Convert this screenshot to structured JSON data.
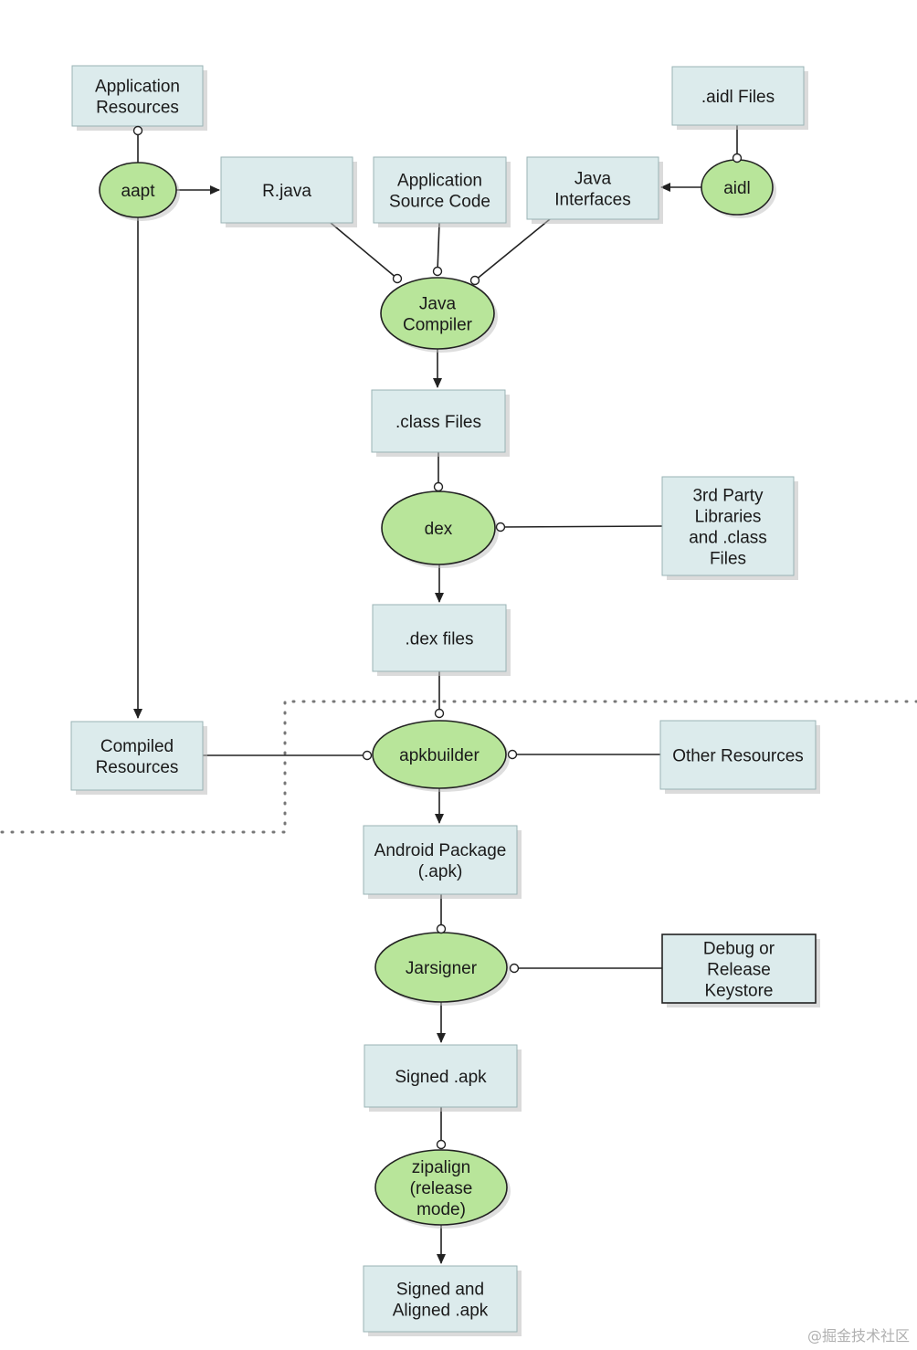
{
  "colors": {
    "box_fill": "#dcebec",
    "box_stroke": "#9ab3b5",
    "ellipse_fill": "#b8e59a",
    "ellipse_stroke": "#222222",
    "line": "#222222",
    "shadow": "#bdbdbd"
  },
  "boxes": {
    "app_resources": [
      "Application",
      "Resources"
    ],
    "aidl_files": [
      ".aidl Files"
    ],
    "rjava": [
      "R.java"
    ],
    "app_source": [
      "Application",
      "Source Code"
    ],
    "java_interfaces": [
      "Java",
      "Interfaces"
    ],
    "class_files": [
      ".class Files"
    ],
    "third_party": [
      "3rd Party",
      "Libraries",
      "and .class",
      "Files"
    ],
    "dex_files": [
      ".dex files"
    ],
    "compiled_resources": [
      "Compiled",
      "Resources"
    ],
    "other_resources": [
      "Other Resources"
    ],
    "android_package": [
      "Android Package",
      "(.apk)"
    ],
    "keystore": [
      "Debug or",
      "Release",
      "Keystore"
    ],
    "signed_apk": [
      "Signed .apk"
    ],
    "signed_aligned": [
      "Signed and",
      "Aligned .apk"
    ]
  },
  "tools": {
    "aapt": [
      "aapt"
    ],
    "aidl": [
      "aidl"
    ],
    "java_compiler": [
      "Java",
      "Compiler"
    ],
    "dex": [
      "dex"
    ],
    "apkbuilder": [
      "apkbuilder"
    ],
    "jarsigner": [
      "Jarsigner"
    ],
    "zipalign": [
      "zipalign",
      "(release",
      "mode)"
    ]
  },
  "watermark": "@掘金技术社区"
}
